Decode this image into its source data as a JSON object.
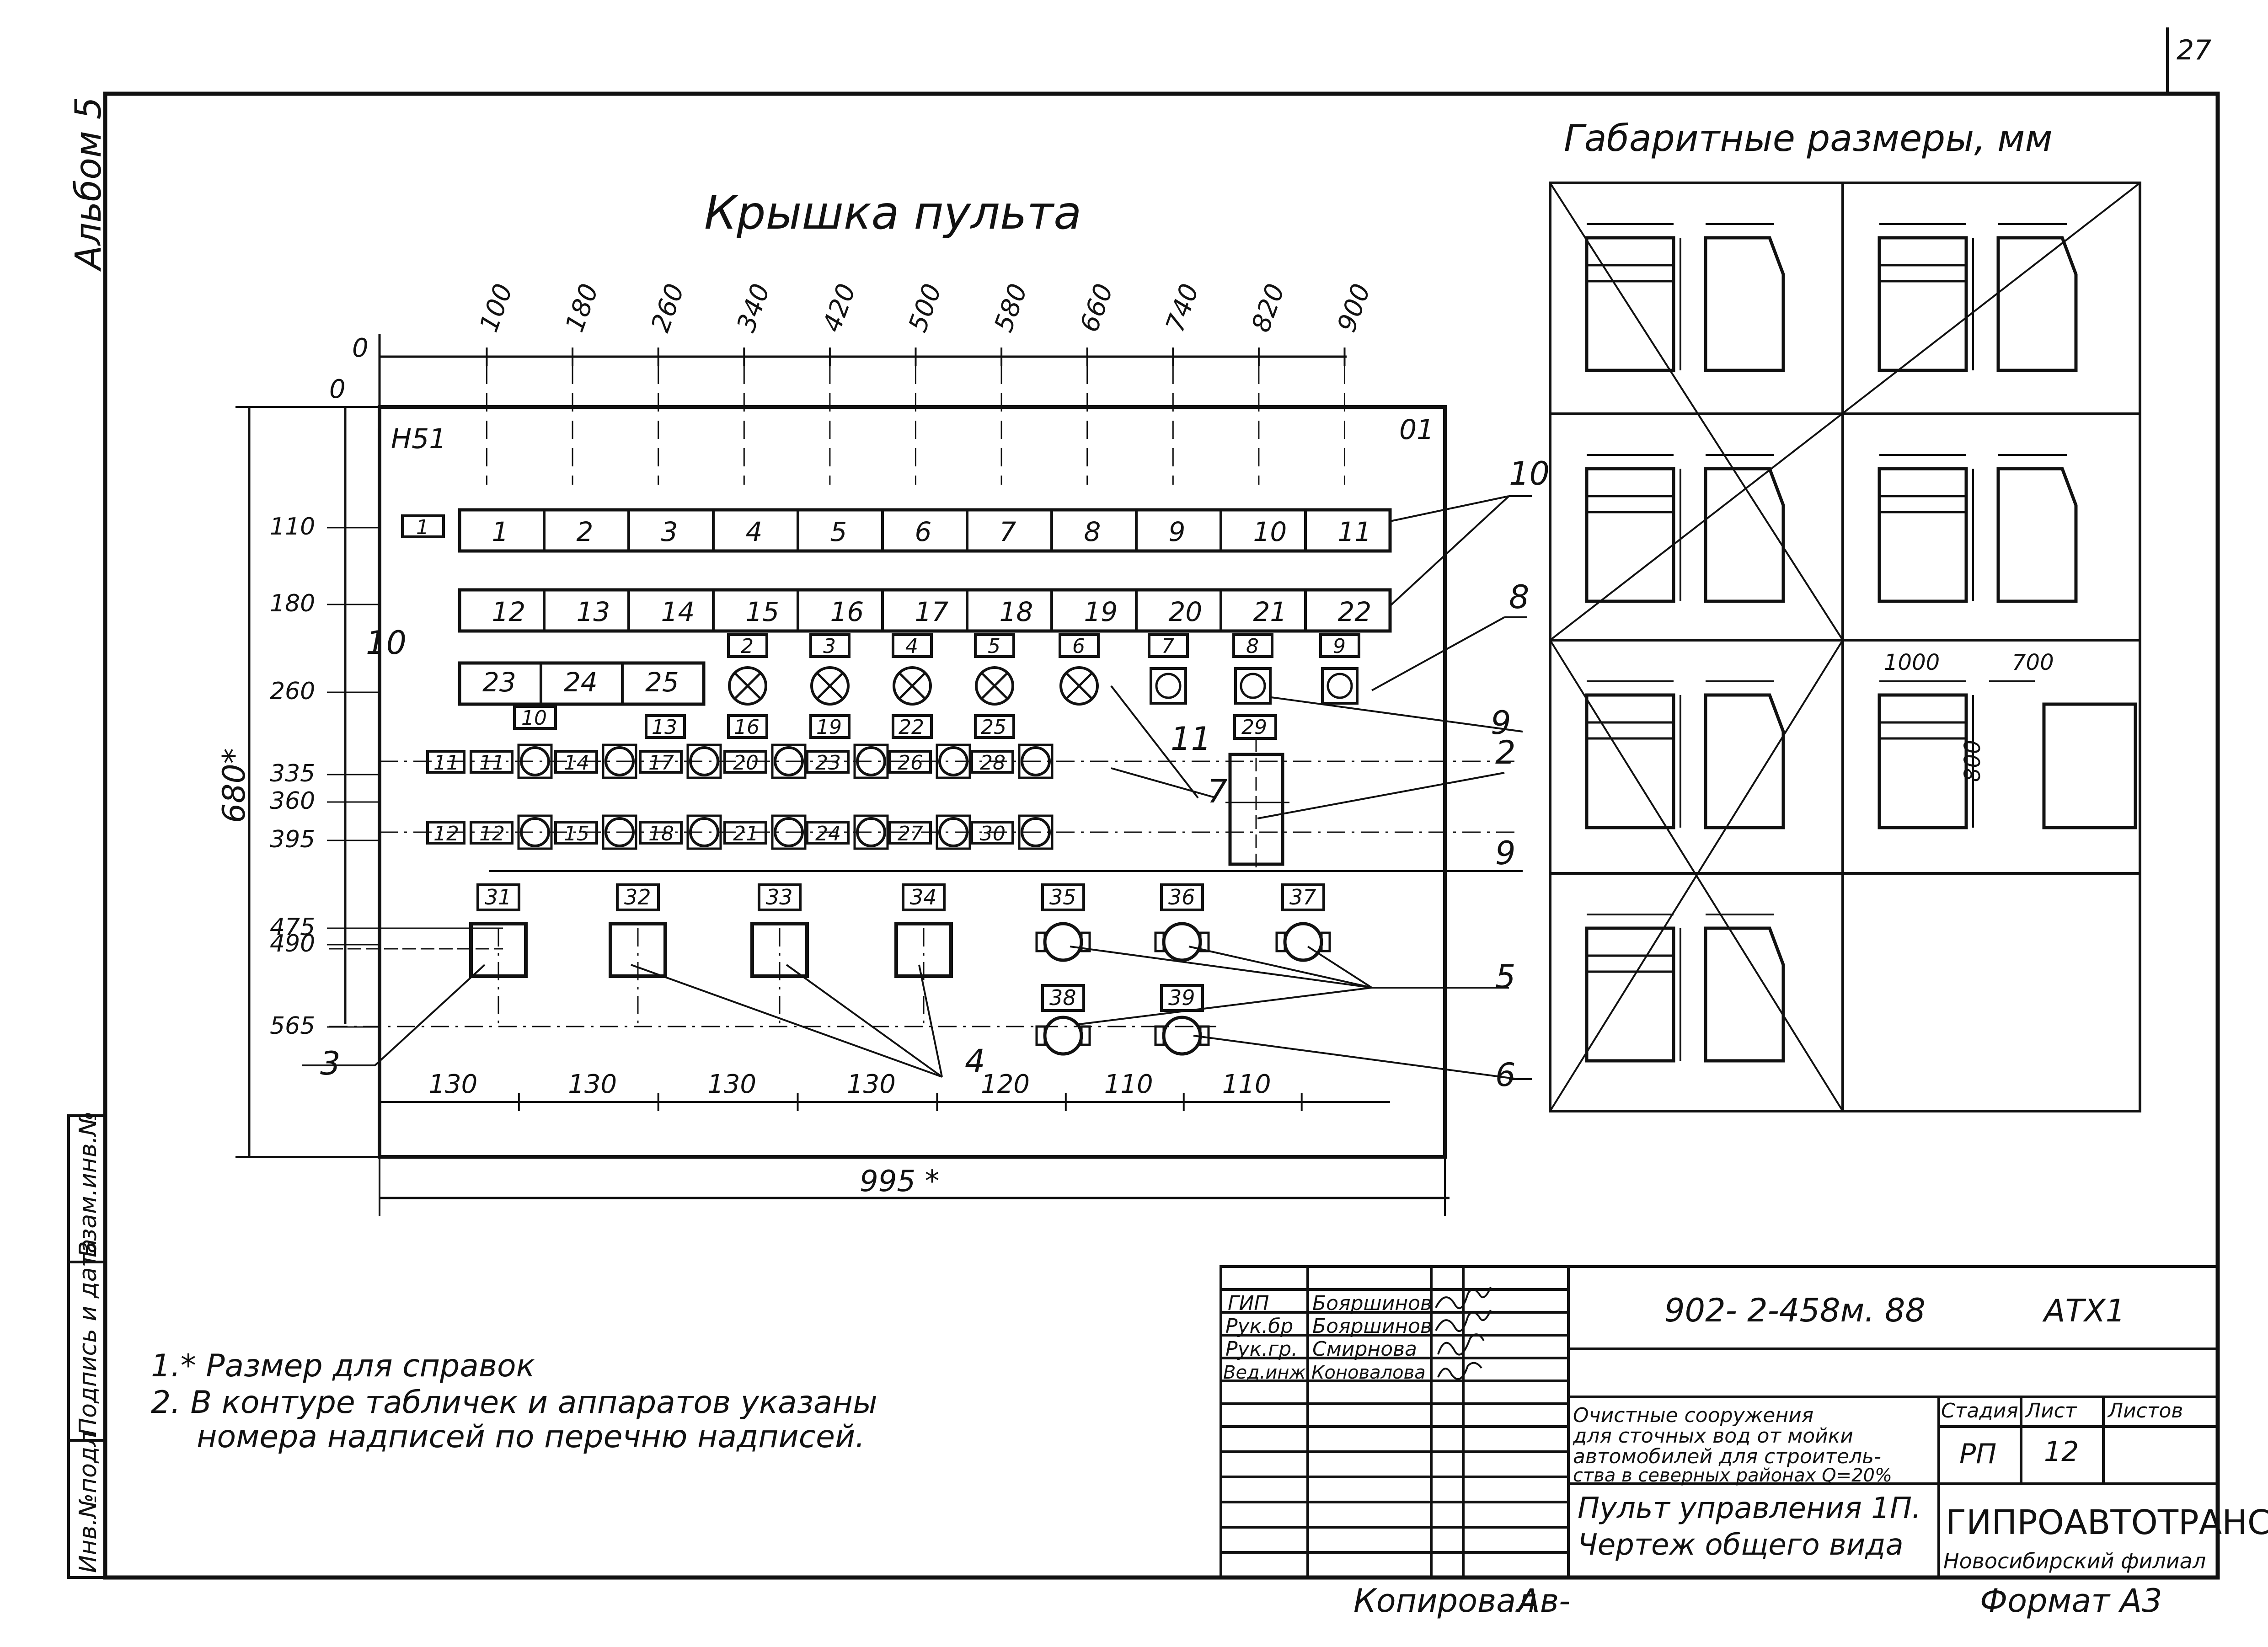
{
  "page_number": "27",
  "album_label": "Альбом 5",
  "main_title": "Крышка пульта",
  "sizes_title": "Габаритные размеры, мм",
  "panel": {
    "code_left": "Н51",
    "code_right": "01",
    "top_scale": [
      "0",
      "100",
      "180",
      "260",
      "340",
      "420",
      "500",
      "580",
      "660",
      "740",
      "820",
      "900"
    ],
    "left_scale": [
      "0",
      "110",
      "180",
      "260",
      "335",
      "360",
      "395",
      "475",
      "490",
      "565"
    ],
    "height_label": "680*",
    "width_label": "995 *",
    "bottom_dims": [
      "130",
      "130",
      "130",
      "130",
      "120",
      "110",
      "110"
    ],
    "row1": [
      "1",
      "2",
      "3",
      "4",
      "5",
      "6",
      "7",
      "8",
      "9",
      "10",
      "11"
    ],
    "row1_tag": "1",
    "row2": [
      "12",
      "13",
      "14",
      "15",
      "16",
      "17",
      "18",
      "19",
      "20",
      "21",
      "22"
    ],
    "row3": [
      "23",
      "24",
      "25"
    ],
    "row3_tag": "10",
    "lamp_tags": [
      "2",
      "3",
      "4",
      "5",
      "6",
      "7",
      "8",
      "9"
    ],
    "lamp_lower_tags": [
      "13",
      "16",
      "19",
      "22",
      "25"
    ],
    "row4_tags": [
      "11",
      "11",
      "14",
      "17",
      "20",
      "23",
      "26",
      "28"
    ],
    "row5_tags": [
      "12",
      "12",
      "15",
      "18",
      "21",
      "24",
      "27",
      "30"
    ],
    "switch_tag": "29",
    "big_tags": [
      "31",
      "32",
      "33",
      "34"
    ],
    "round_tags": [
      "35",
      "36",
      "37"
    ],
    "round_lower_tags": [
      "38",
      "39"
    ],
    "callouts": [
      "10",
      "8",
      "9",
      "2",
      "7",
      "11",
      "9",
      "5",
      "6",
      "3",
      "4",
      "10"
    ]
  },
  "sizes_panel": {
    "dim_1": "1000",
    "dim_2": "700",
    "dim_3": "800"
  },
  "notes": [
    "1.* Размер для справок",
    "2. В контуре табличек и аппаратов указаны",
    "номера надписей по перечню надписей."
  ],
  "side_stamp": [
    "Инв.№подл",
    "Подпись и дата",
    "Взам.инв.№"
  ],
  "title_block": {
    "roles": [
      "ГИП",
      "Рук.бр",
      "Рук.гр.",
      "Вед.инж."
    ],
    "names": [
      "Бояршинов",
      "Бояршинов",
      "Смирнова",
      "Коновалова"
    ],
    "doc_number": "902- 2-458м. 88",
    "sheet_code": "АТХ1",
    "project_desc": [
      "Очистные сооружения",
      "для сточных вод от мойки",
      "автомобилей для строитель-",
      "ства в северных районах Q=20%"
    ],
    "hdr_stage": "Стадия",
    "hdr_sheet": "Лист",
    "hdr_sheets": "Листов",
    "stage": "РП",
    "sheet": "12",
    "drawing_title": [
      "Пульт управления 1П.",
      "Чертеж общего вида"
    ],
    "org_name": "ГИПРОАВТОТРАНС",
    "org_branch": "Новосибирский филиал"
  },
  "footer": {
    "copied": "Копировал",
    "copied_sig": "Ав-",
    "format": "Формат А3"
  }
}
